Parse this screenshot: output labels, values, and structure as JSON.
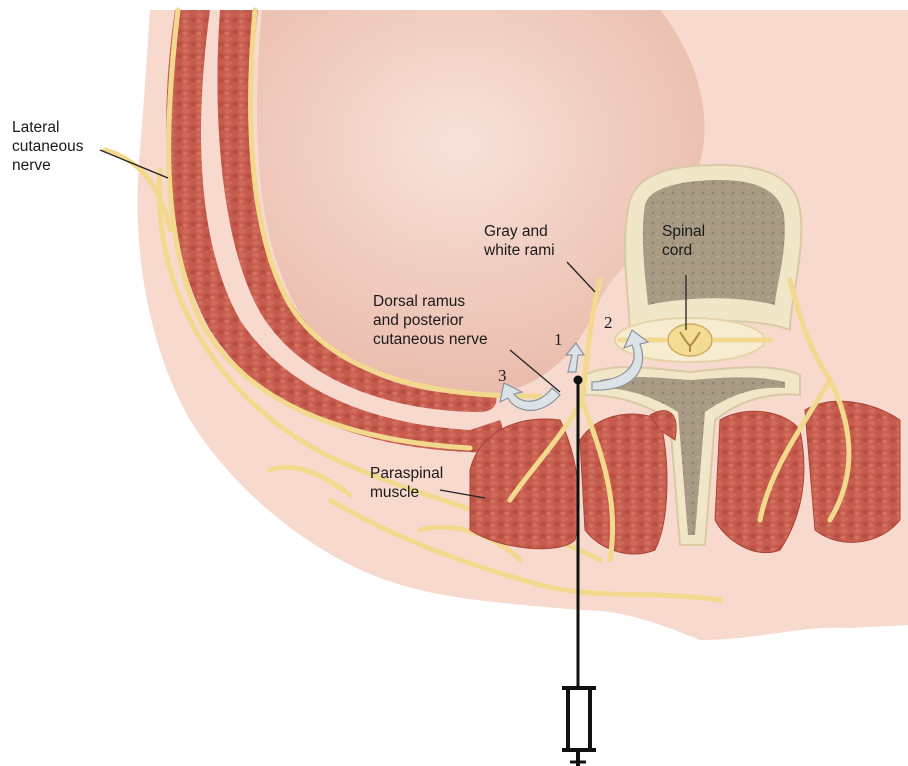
{
  "labels": {
    "lateral_cutaneous_nerve": "Lateral\ncutaneous\nnerve",
    "gray_white_rami": "Gray and\nwhite rami",
    "spinal_cord": "Spinal\ncord",
    "dorsal_ramus": "Dorsal ramus\nand posterior\ncutaneous nerve",
    "paraspinal_muscle": "Paraspinal\nmuscle"
  },
  "numbers": {
    "one": "1",
    "two": "2",
    "three": "3"
  },
  "colors": {
    "skin": "#f6d8cc",
    "lung": "#efc6b6",
    "muscle": "#c45a4c",
    "nerve": "#f3dc95",
    "bone": "#f2e6c9",
    "marrow": "#a89a82",
    "arrow": "#d9e0e6"
  }
}
